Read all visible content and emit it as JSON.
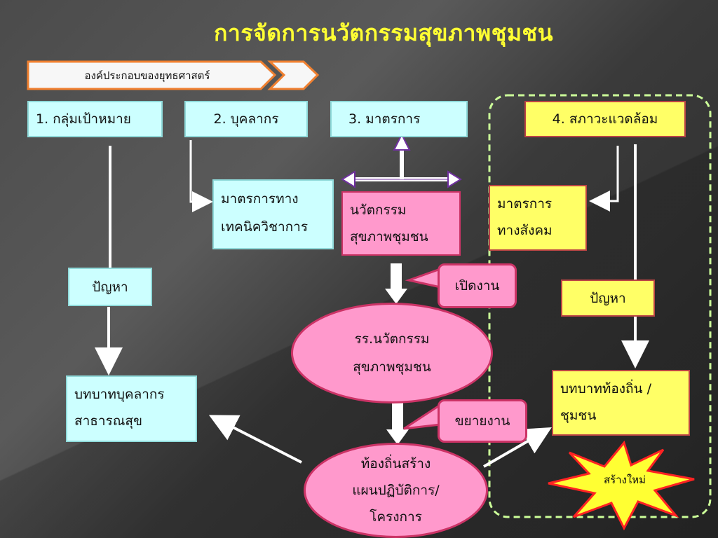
{
  "title": "การจัดการนวัตกรรมสุขภาพชุมชน",
  "banner": {
    "label": "องค์ประกอบของยุทธศาสตร์"
  },
  "headers": [
    {
      "label": "1. กลุ่มเป้าหมาย"
    },
    {
      "label": "2. บุคลากร"
    },
    {
      "label": "3. มาตรการ"
    },
    {
      "label": "4. สภาวะแวดล้อม"
    }
  ],
  "nodes": {
    "tech_measures": [
      "มาตรการทาง",
      "เทคนิควิชาการ"
    ],
    "innovation": [
      "นวัตกรรม",
      "สุขภาพชุมชน"
    ],
    "social_measures": [
      "มาตรการ",
      "ทางสังคม"
    ],
    "problem_left": "ปัญหา",
    "problem_right": "ปัญหา",
    "school": [
      "รร.นวัตกรรม",
      "สุขภาพชุมชน"
    ],
    "staff_role": [
      "บทบาทบุคลากร",
      "สาธารณสุข"
    ],
    "local_role": [
      "บทบาทท้องถิ่น /",
      "ชุมชน"
    ],
    "local_plan": [
      "ท้องถิ่นสร้าง",
      "แผนปฏิบัติการ/",
      "โครงการ"
    ],
    "new": "สร้างใหม่"
  },
  "callouts": {
    "open": "เปิดงาน",
    "expand": "ขยายงาน"
  },
  "colors": {
    "title": "#ffff33",
    "cyan": "#ccffff",
    "yellow": "#ffff66",
    "pink": "#ff99cc",
    "burst": "#ffff33",
    "burst_border": "#ff2222",
    "dashed": "#ccff99",
    "arrow_purple": "#7030a0"
  }
}
